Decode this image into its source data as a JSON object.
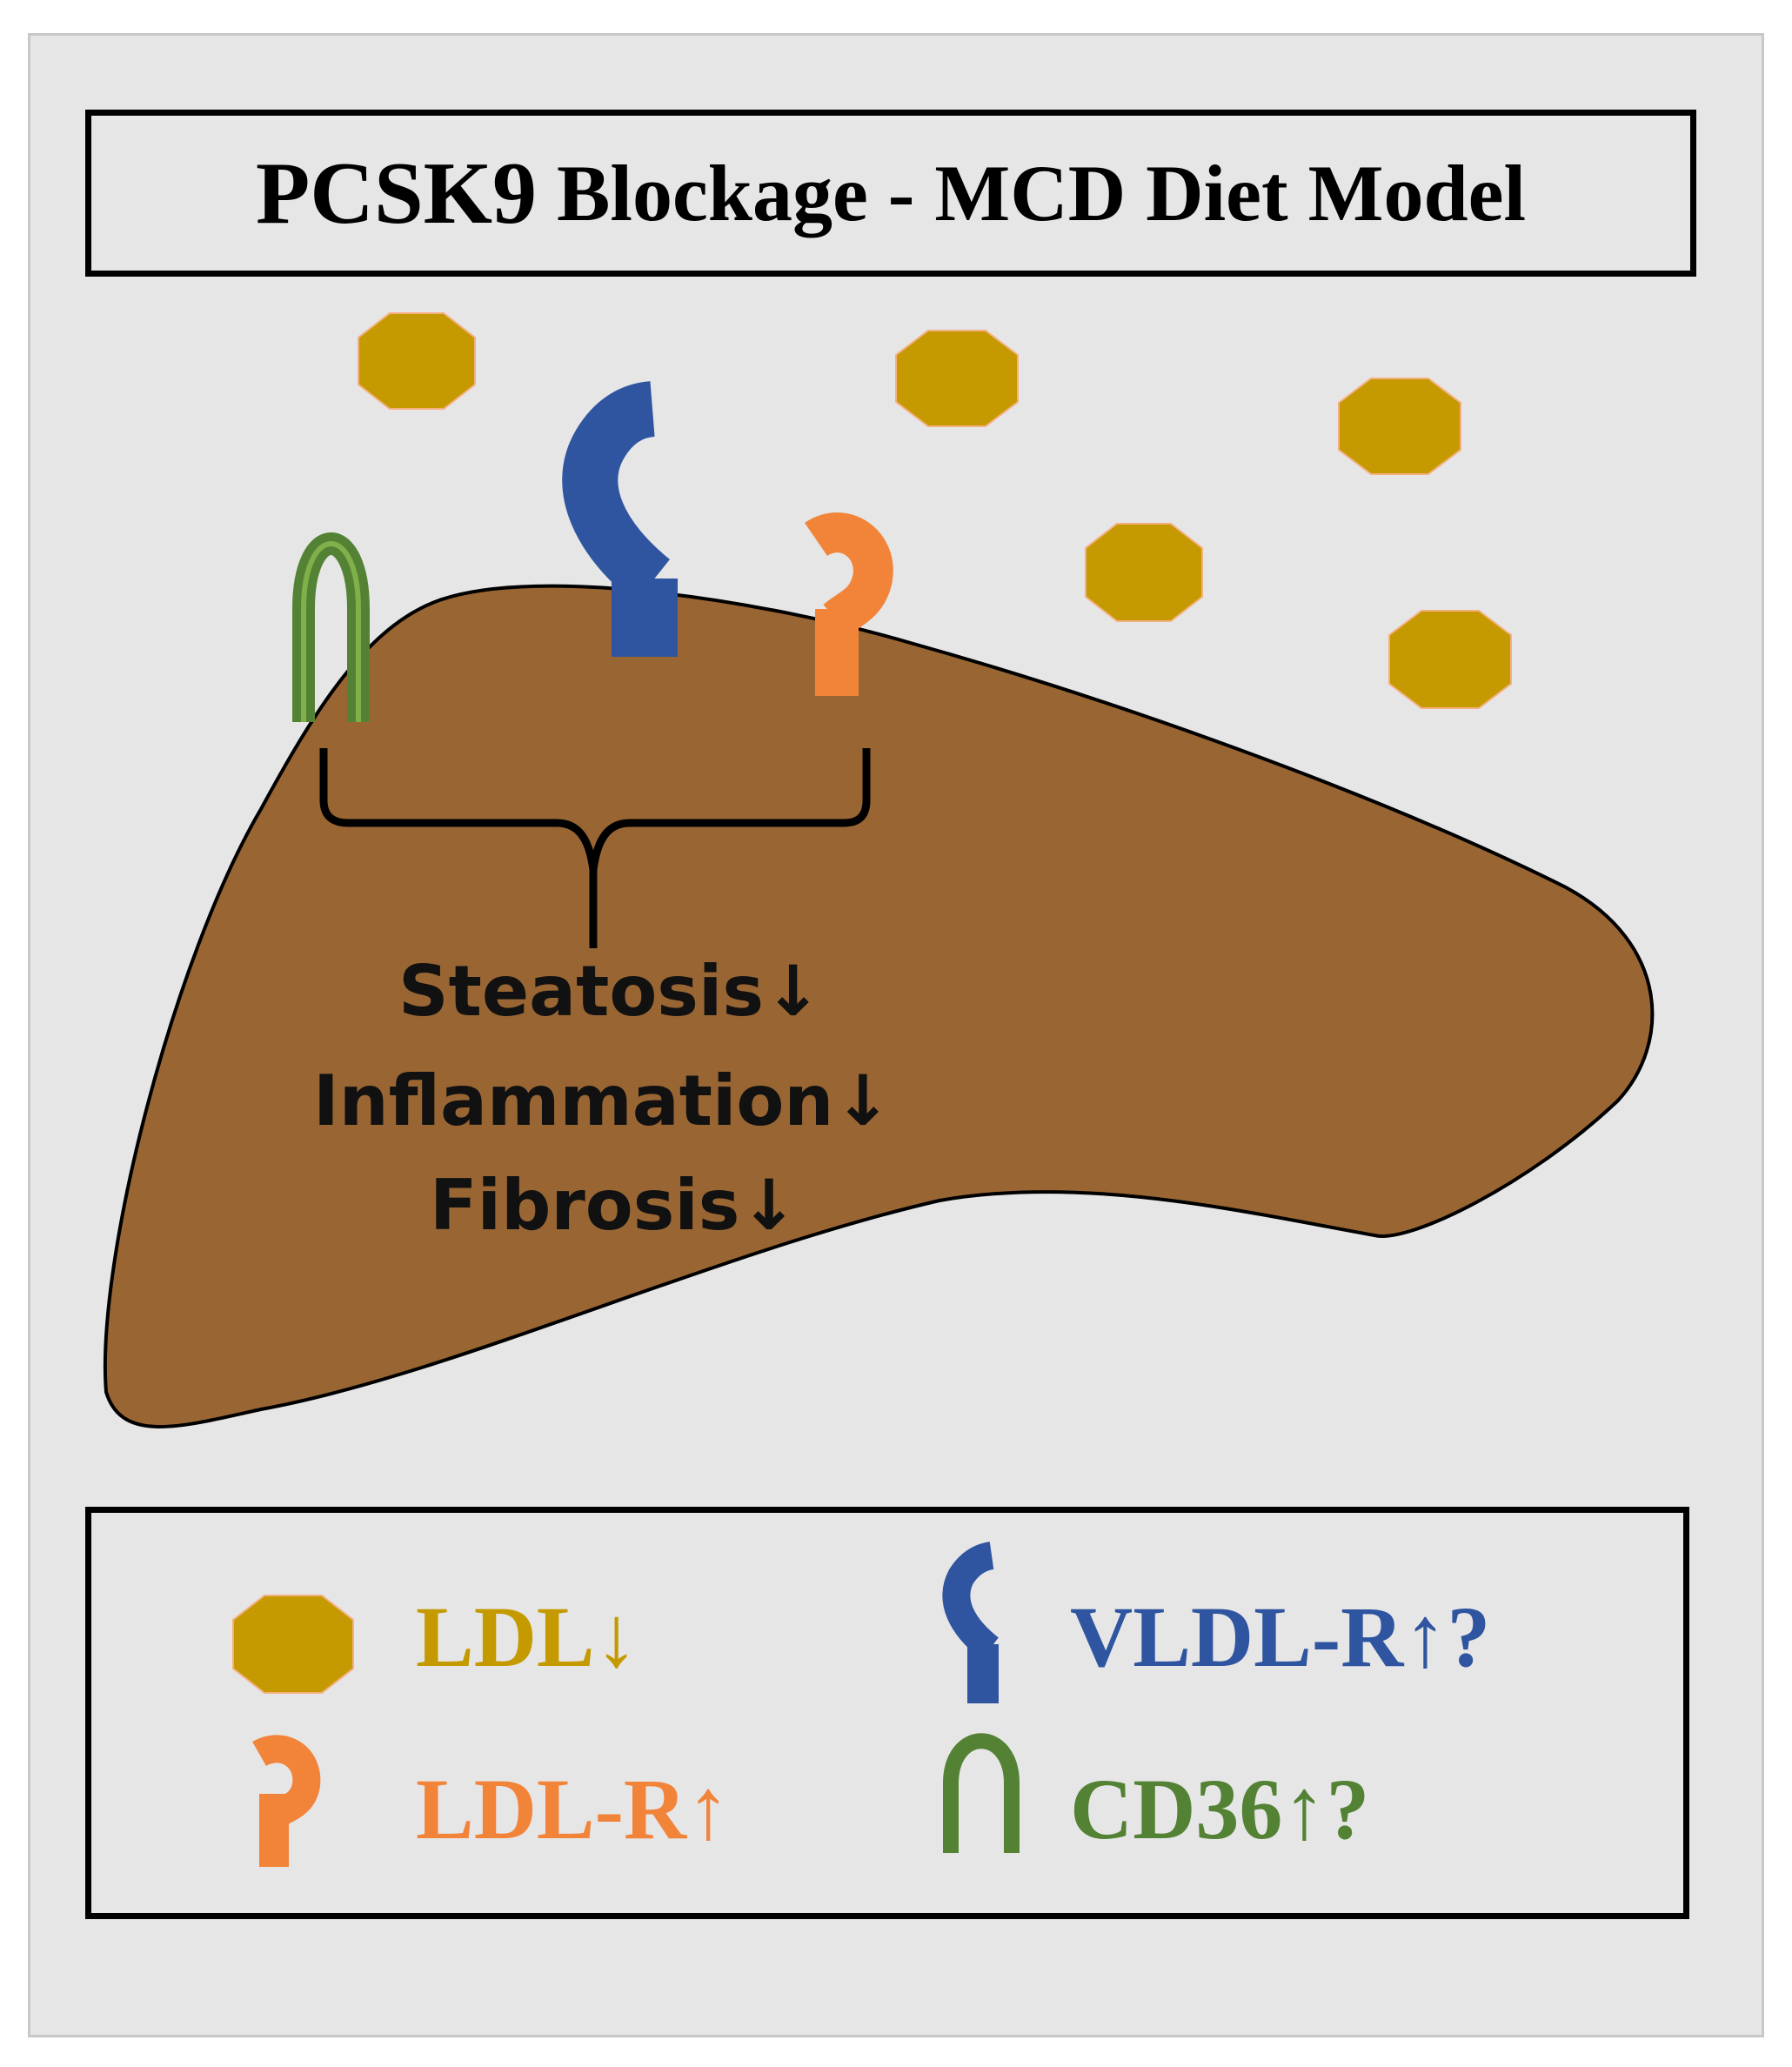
{
  "title": {
    "prefix": "PCSK9",
    "rest": " Blockage - MCD Diet Model"
  },
  "effects": [
    "Steatosis↓",
    "Inflammation↓",
    "Fibrosis↓"
  ],
  "legend": {
    "ldl": "LDL↓",
    "vldl_r": "VLDL-R↑?",
    "ldl_r": "LDL-R↑",
    "cd36": "CD36↑?"
  },
  "colors": {
    "ldl": "#c49a00",
    "vldl_r": "#2f55a0",
    "ldl_r": "#f2843a",
    "cd36": "#548235",
    "liver": "#996633"
  }
}
